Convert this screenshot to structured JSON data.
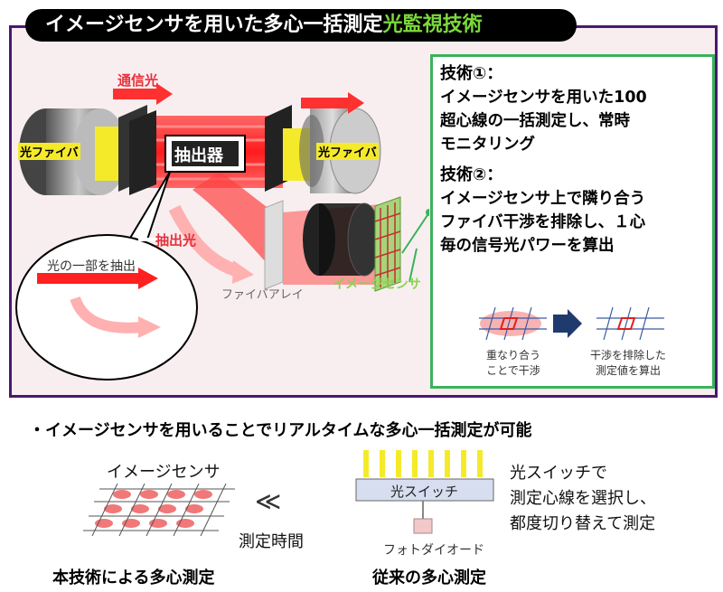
{
  "title": {
    "main": "イメージセンサを用いた多心一括測定",
    "highlight": "光監視技術"
  },
  "diagram": {
    "tsushin_ko": "通信光",
    "fiber_left": "光ファイバ",
    "fiber_right": "光ファイバ",
    "extractor": "抽出器",
    "extracted_light": "抽出光",
    "bubble_text": "光の一部を抽出",
    "fiber_array": "ファイバアレイ",
    "image_sensor": "イメージセンサ"
  },
  "tech_box": {
    "tech1_head": "技術①：",
    "tech1_line1": "イメージセンサを用いた100",
    "tech1_line2": "超心線の一括測定し、常時",
    "tech1_line3": "モニタリング",
    "tech2_head": "技術②：",
    "tech2_line1": "イメージセンサ上で隣り合う",
    "tech2_line2": "ファイバ干渉を排除し、１心",
    "tech2_line3": "毎の信号光パワーを算出",
    "caption_left_1": "重なり合う",
    "caption_left_2": "ことで干渉",
    "caption_right_1": "干渉を排除した",
    "caption_right_2": "測定値を算出"
  },
  "summary": "・イメージセンサを用いることでリアルタイムな多心一括測定が可能",
  "bottom": {
    "sensor_label": "イメージセンサ",
    "much_less": "≪",
    "measure_time": "測定時間",
    "our_method": "本技術による多心測定",
    "optical_switch": "光スイッチ",
    "photodiode": "フォトダイオード",
    "desc_1": "光スイッチで",
    "desc_2": "測定心線を選択し、",
    "desc_3": "都度切り替えて測定",
    "conventional": "従来の多心測定"
  },
  "colors": {
    "frame": "#4b1870",
    "green": "#3ab35a",
    "red": "#e8303a",
    "yellow": "#f5ea2a",
    "title_highlight": "#7cd93a"
  }
}
